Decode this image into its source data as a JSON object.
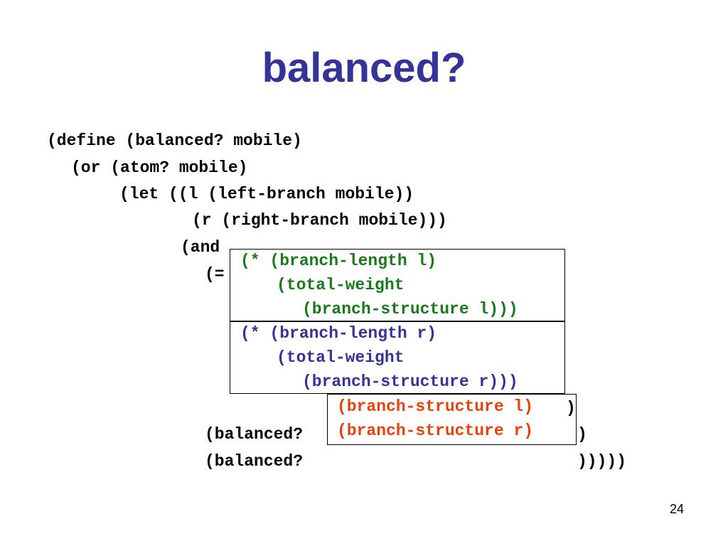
{
  "slide": {
    "title": "balanced?",
    "page_number": "24",
    "colors": {
      "title": "#333399",
      "left_box_text": "#1a7a1a",
      "right_box_text": "#333399",
      "struct_box_text": "#e8410c"
    },
    "code": {
      "line1": "(define (balanced? mobile)",
      "line2": "(or (atom? mobile)",
      "line3": "(let ((l (left-branch mobile))",
      "line4": "(r (right-branch mobile)))",
      "line5": "(and",
      "line6": "(=",
      "line7_a": "(balanced?",
      "line7_b": ")",
      "line8_a": "(balanced?",
      "line8_b": ")))))"
    },
    "left_box": {
      "line1": "(* (branch-length l)",
      "line2": "(total-weight",
      "line3": "(branch-structure l)))"
    },
    "right_box": {
      "line1": "(* (branch-length r)",
      "line2": "(total-weight",
      "line3": "(branch-structure r)))"
    },
    "struct_box": {
      "line1": "(branch-structure l)",
      "line2": "(branch-structure r)",
      "overlap_paren": ")"
    }
  }
}
